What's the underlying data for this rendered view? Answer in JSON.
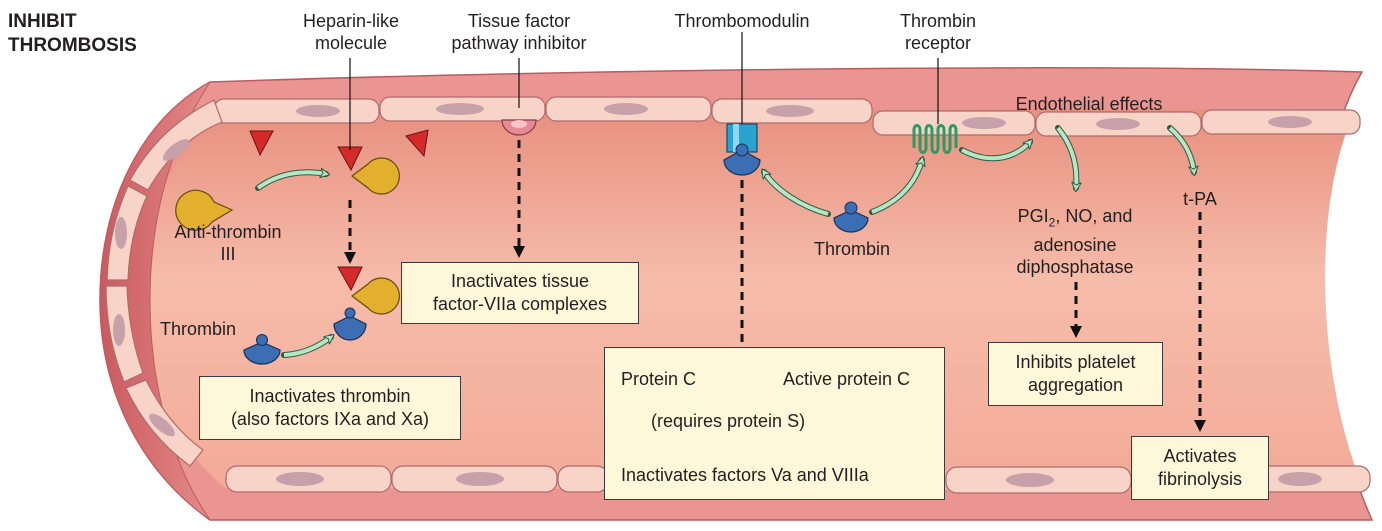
{
  "heading": {
    "line1": "INHIBIT",
    "line2": "THROMBOSIS"
  },
  "top_labels": {
    "heparin": [
      "Heparin-like",
      "molecule"
    ],
    "tfpi": [
      "Tissue factor",
      "pathway inhibitor"
    ],
    "thrombomodulin": "Thrombomodulin",
    "thrombin_receptor": [
      "Thrombin",
      "receptor"
    ]
  },
  "inner_labels": {
    "antithrombin": [
      "Anti-thrombin",
      "III"
    ],
    "thrombin_left": "Thrombin",
    "thrombin_center": "Thrombin",
    "endothelial_effects": "Endothelial effects",
    "pgi2_line1_prefix": "PGI",
    "pgi2_subscript": "2",
    "pgi2_line1_suffix": ", NO, and",
    "pgi2_line2": "adenosine",
    "pgi2_line3": "diphosphatase",
    "tpa": "t-PA"
  },
  "boxes": {
    "inactivates_tf": [
      "Inactivates tissue",
      "factor-VIIa complexes"
    ],
    "inactivates_thrombin": [
      "Inactivates thrombin",
      "(also factors IXa and Xa)"
    ],
    "inhibits_platelet": [
      "Inhibits platelet",
      "aggregation"
    ],
    "activates_fibrinolysis": [
      "Activates",
      "fibrinolysis"
    ]
  },
  "protein_c_box": {
    "protein_c": "Protein C",
    "active_protein_c": "Active protein C",
    "requires": "(requires protein S)",
    "inactivates": "Inactivates factors Va and VIIIa"
  },
  "colors": {
    "vessel_wall": "#e98c8a",
    "lumen": "#f0a795",
    "cell": "#f7d3c8",
    "nucleus": "#c7a1aa",
    "antithrombin": "#e2b02c",
    "thrombin": "#3c6eb4",
    "heparin": "#d42a2a",
    "arrow": "#b5e6c6",
    "receptor": "#2e9a63",
    "thrombomodulin": "#2aa3d2",
    "tfpi": "#e78a97",
    "box_fill": "#fff7d9"
  }
}
